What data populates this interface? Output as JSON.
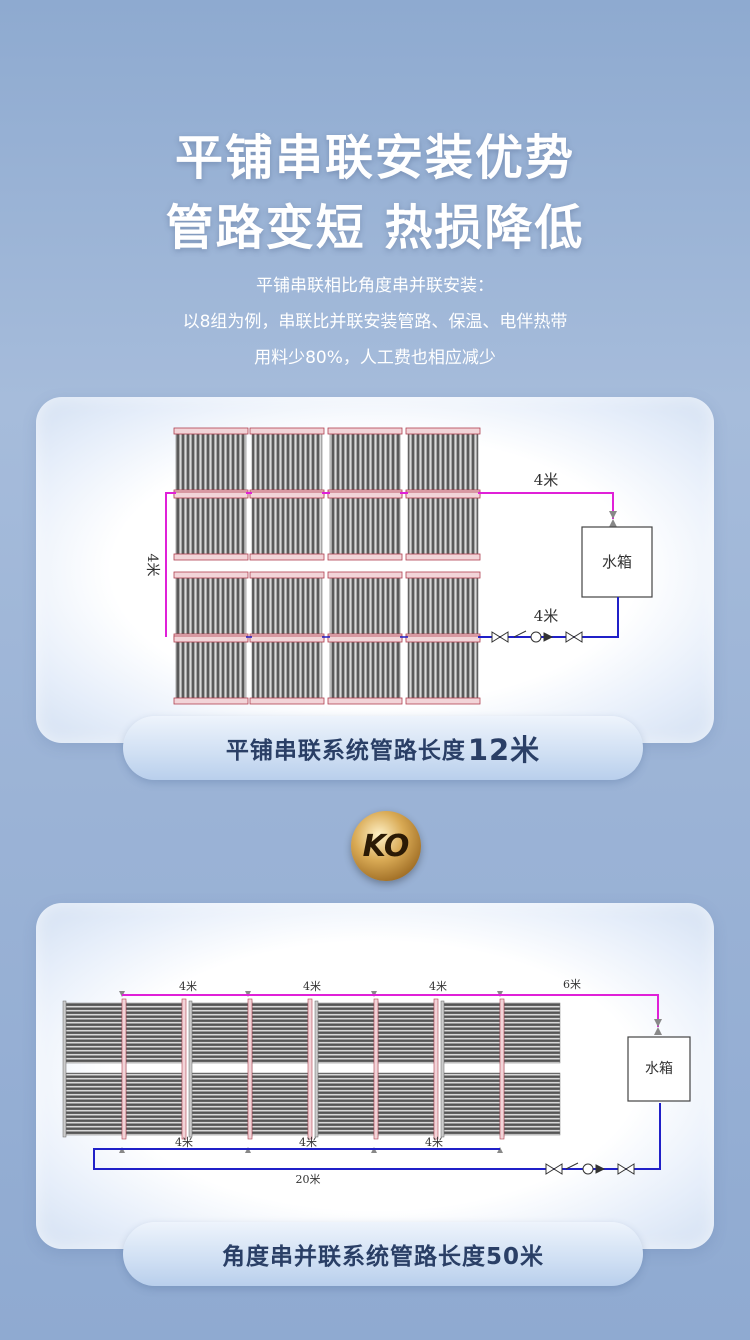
{
  "header": {
    "title_line1": "平铺串联安装优势",
    "title_line2": "管路变短 热损降低",
    "sub_line1": "平铺串联相比角度串并联安装：",
    "sub_line2": "以8组为例，串联比并联安装管路、保温、电伴热带",
    "sub_line3": "用料少80%，人工费也相应减少"
  },
  "diagram1": {
    "tank_label": "水箱",
    "label_vertical": "4米",
    "label_top": "4米",
    "label_bottom": "4米",
    "caption_text": "平铺串联系统管路长度",
    "caption_number": "12米",
    "colors": {
      "supply": "#e020d8",
      "return": "#2020c8"
    }
  },
  "badge": {
    "text": "KO"
  },
  "diagram2": {
    "tank_label": "水箱",
    "labels_top": [
      "4米",
      "4米",
      "4米",
      "6米"
    ],
    "labels_mid": [
      "4米",
      "4米",
      "4米"
    ],
    "label_bottom": "20米",
    "caption": "角度串并联系统管路长度50米"
  }
}
